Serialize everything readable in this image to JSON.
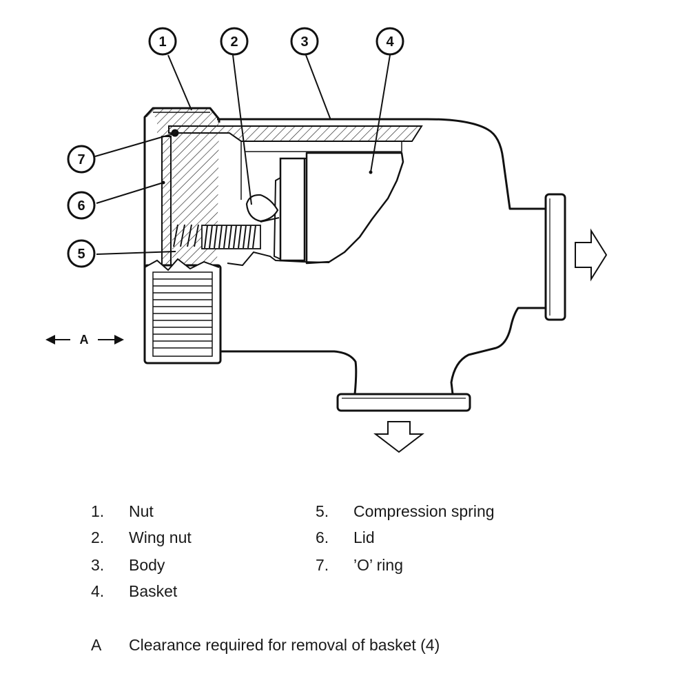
{
  "callouts": [
    "1",
    "2",
    "3",
    "4",
    "5",
    "6",
    "7"
  ],
  "dimension_label": "A",
  "legend": [
    {
      "num": "1.",
      "label": "Nut"
    },
    {
      "num": "2.",
      "label": "Wing nut"
    },
    {
      "num": "3.",
      "label": "Body"
    },
    {
      "num": "4.",
      "label": "Basket"
    },
    {
      "num": "5.",
      "label": "Compression spring"
    },
    {
      "num": "6.",
      "label": "Lid"
    },
    {
      "num": "7.",
      "label": "’O’ ring"
    }
  ],
  "note": {
    "key": "A",
    "text": "Clearance required for removal of basket (4)"
  }
}
